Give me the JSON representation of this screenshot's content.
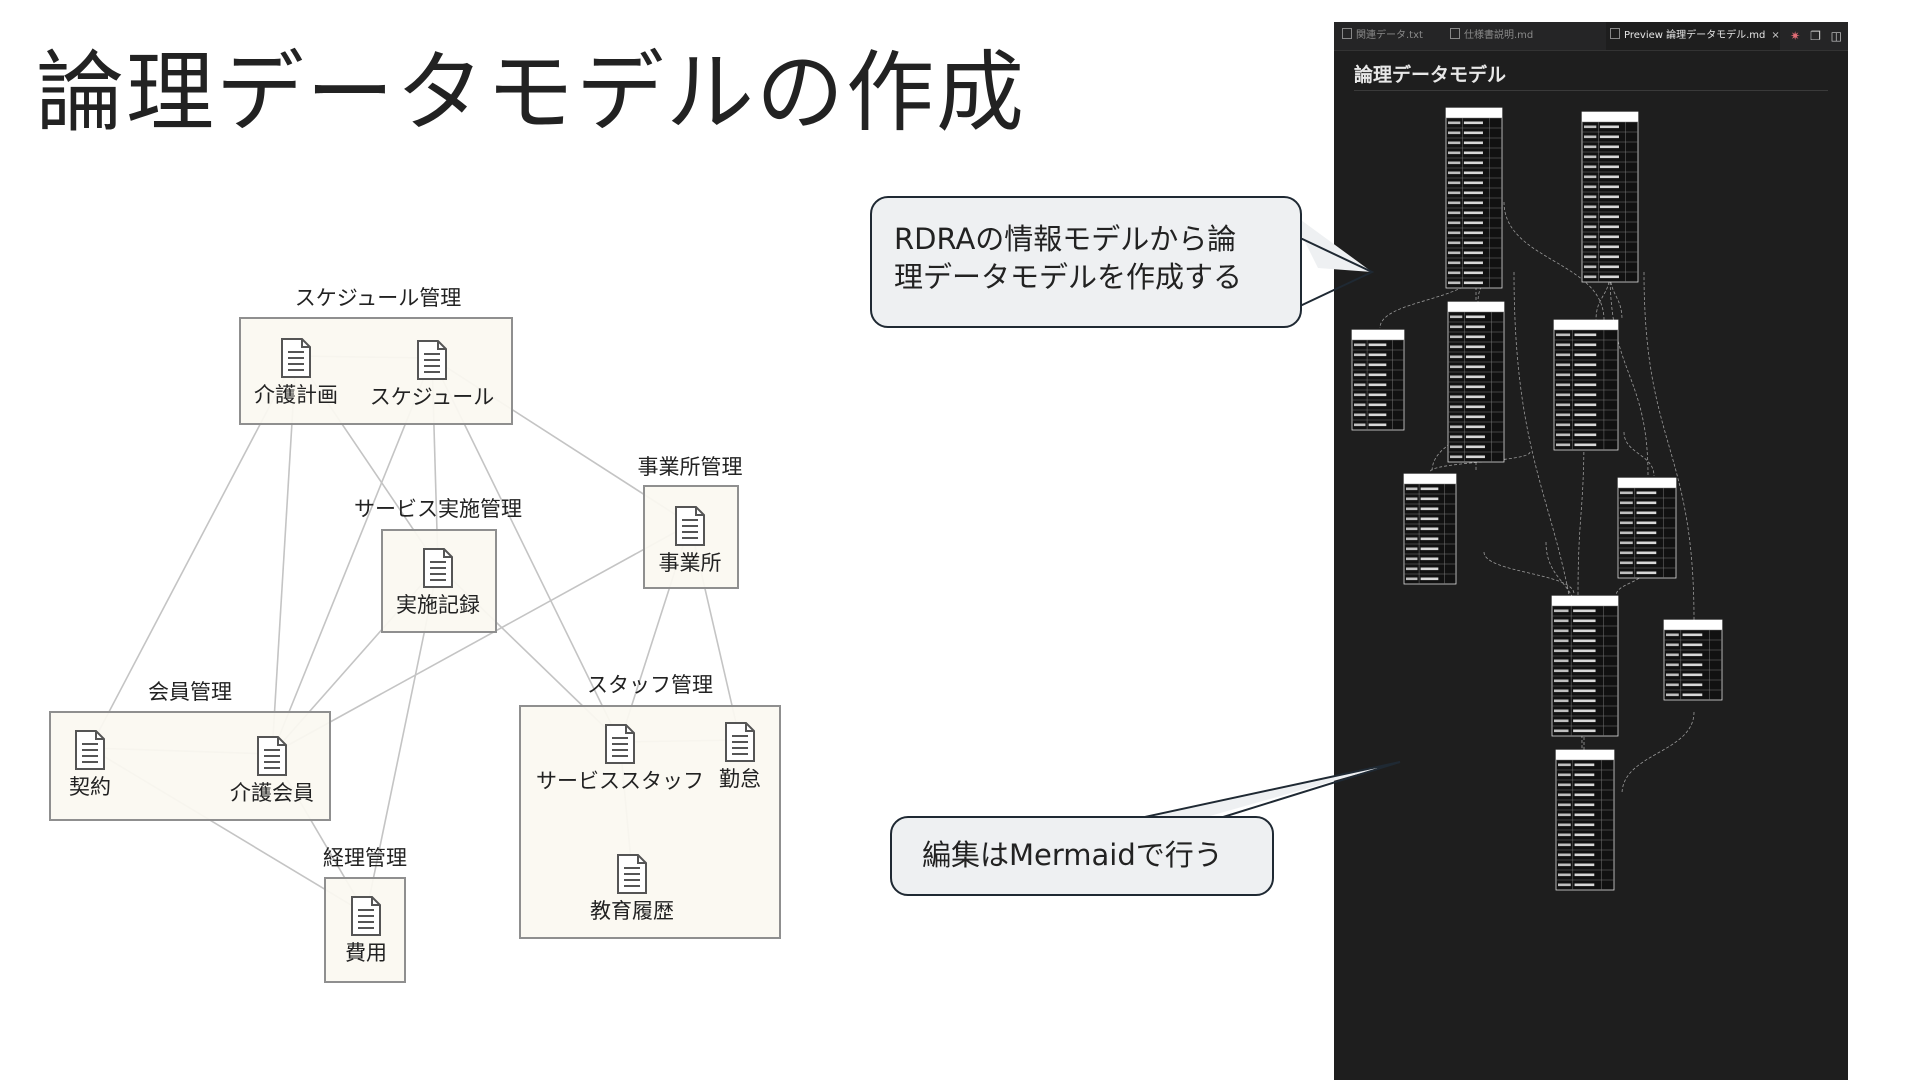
{
  "slide": {
    "title": "論理データモデルの作成"
  },
  "info_model": {
    "groups": [
      {
        "name": "スケジュール管理"
      },
      {
        "name": "事業所管理"
      },
      {
        "name": "サービス実施管理"
      },
      {
        "name": "会員管理"
      },
      {
        "name": "スタッフ管理"
      },
      {
        "name": "経理管理"
      }
    ],
    "entities": [
      {
        "name": "介護計画"
      },
      {
        "name": "スケジュール"
      },
      {
        "name": "事業所"
      },
      {
        "name": "実施記録"
      },
      {
        "name": "契約"
      },
      {
        "name": "介護会員"
      },
      {
        "name": "サービススタッフ"
      },
      {
        "name": "勤怠"
      },
      {
        "name": "教育履歴"
      },
      {
        "name": "費用"
      }
    ],
    "icon": "document-icon"
  },
  "callouts": {
    "top": {
      "lines": [
        "RDRAの情報モデルから論",
        "理データモデルを作成する"
      ]
    },
    "bottom": {
      "text": "編集はMermaidで行う"
    }
  },
  "editor": {
    "tabs": [
      {
        "label": "関連データ.txt",
        "active": false
      },
      {
        "label": "仕様書説明.md",
        "active": false
      },
      {
        "label": "Preview 論理データモデル.md",
        "active": true
      }
    ],
    "close_glyph": "×",
    "heading": "論理データモデル",
    "colors": {
      "background": "#1e1e1e",
      "table_header": "#ffffff",
      "accent_icon": "#e06c75"
    }
  }
}
